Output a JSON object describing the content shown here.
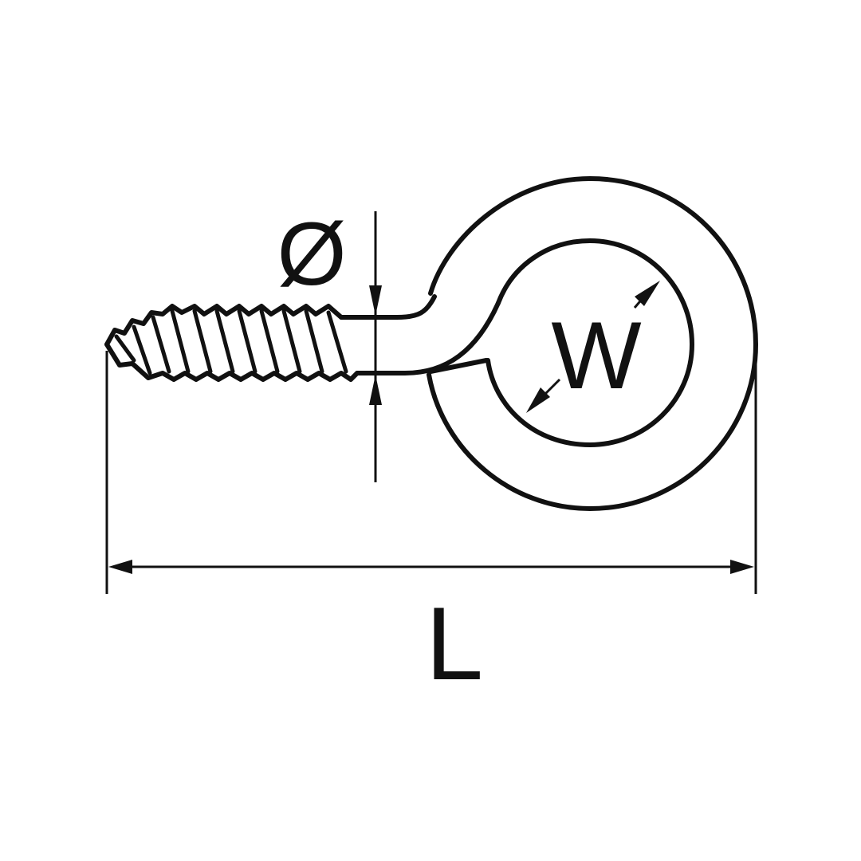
{
  "labels": {
    "diameter": "Ø",
    "inner_width": "W",
    "length": "L"
  },
  "colors": {
    "line": "#111111",
    "background": "#ffffff"
  }
}
